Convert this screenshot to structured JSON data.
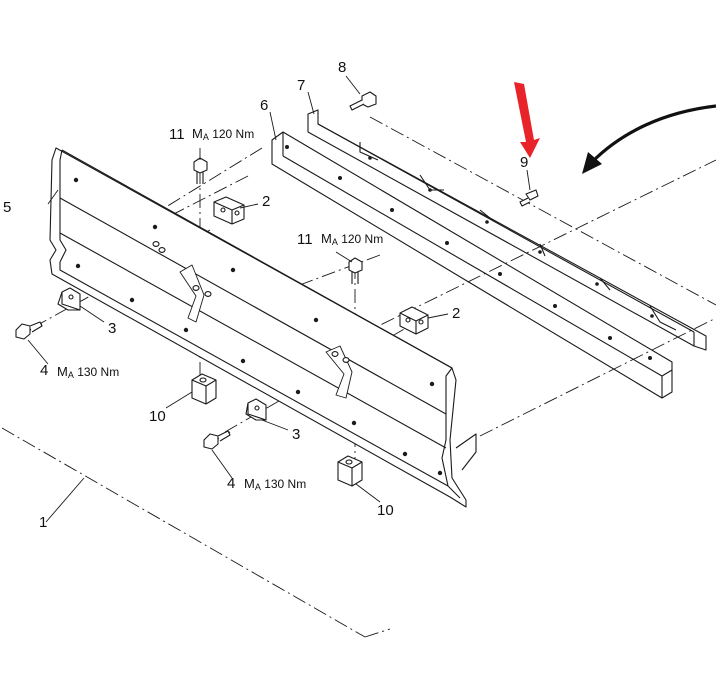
{
  "callouts": {
    "p1": "1",
    "p2a": "2",
    "p2b": "2",
    "p3a": "3",
    "p3b": "3",
    "p4a": "4",
    "p4b": "4",
    "p5": "5",
    "p6": "6",
    "p7": "7",
    "p8": "8",
    "p9": "9",
    "p10a": "10",
    "p10b": "10",
    "p11a": "11",
    "p11b": "11"
  },
  "torque": {
    "symbol": "M",
    "subscript": "A",
    "bolt_11_value": "120 Nm",
    "bolt_4_value": "130 Nm"
  },
  "colors": {
    "line": "#1a1a1a",
    "highlight_arrow": "#e8242a",
    "background": "#ffffff"
  },
  "icons": {
    "pointer": "red-arrow-icon",
    "direction": "curved-arrow-icon"
  }
}
